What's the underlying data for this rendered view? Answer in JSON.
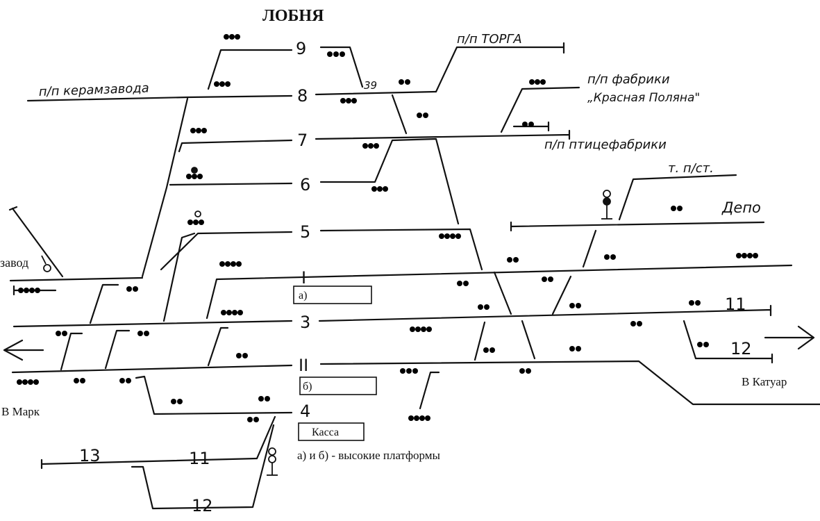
{
  "title": "ЛОБНЯ",
  "tracks": {
    "t9": "9",
    "t8": "8",
    "t7": "7",
    "t6": "6",
    "t5": "5",
    "tI": "I",
    "t3": "3",
    "tII": "II",
    "t4": "4",
    "t11": "11",
    "t12": "12",
    "t13": "13",
    "t11_left": "11",
    "t12_bottom": "12"
  },
  "switch_label": "39",
  "sidings": {
    "keramzavod": "п/п керамзавода",
    "torga": "п/п ТОРГА",
    "fabrika": "п/п фабрики",
    "krasnaya": "„Красная Поляна\"",
    "ptitse": "п/п птицефабрики",
    "tpst": "т. п/ст.",
    "depo": "Депо",
    "zavod": "завод"
  },
  "platforms": {
    "a": "а)",
    "b": "б)",
    "kassa": "Касса",
    "note": "а) и б) - высокие платформы"
  },
  "directions": {
    "mark": "В Марк",
    "katuar": "В Катуар"
  }
}
